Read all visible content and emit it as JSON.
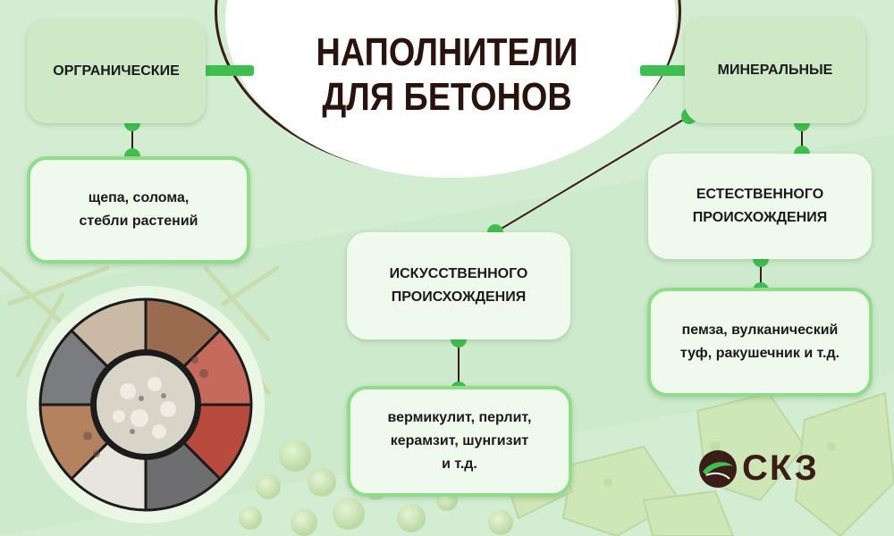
{
  "title": "НАПОЛНИТЕЛИ\nДЛЯ БЕТОНОВ",
  "organic": {
    "label": "ОРГРАНИЧЕСКИЕ",
    "examples": "щепа, солома,\nстебли растений"
  },
  "mineral": {
    "label": "МИНЕРАЛЬНЫЕ",
    "natural": {
      "label": "ЕСТЕСТВЕННОГО\nПРОИСХОЖДЕНИЯ",
      "examples": "пемза, вулканический\nтуф, ракушечник и т.д."
    },
    "artificial": {
      "label": "ИСКУССТВЕННОГО\nПРОИСХОЖДЕНИЯ",
      "examples": "вермикулит, перлит,\nкерамзит, шунгизит\nи т.д."
    }
  },
  "logo": {
    "text": "СКЗ",
    "icon": "leaf-swirl-icon"
  },
  "colors": {
    "background": "#d3edd2",
    "connector": "#3fbf4f",
    "line_dark": "#3a1d16",
    "title": "#2b130d",
    "box_border": "#8fdc8a"
  }
}
